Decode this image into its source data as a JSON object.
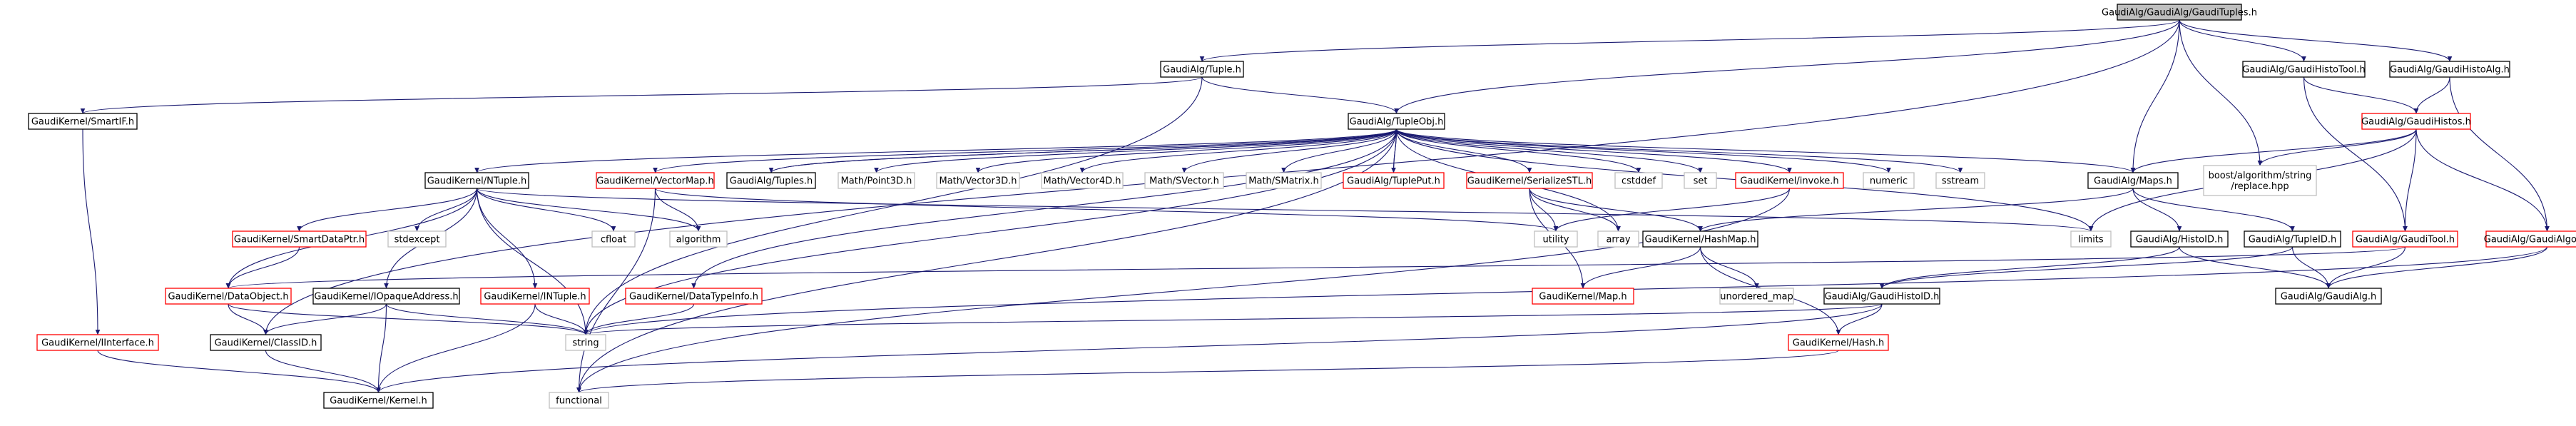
{
  "diagram": {
    "colors": {
      "edge": "#191970",
      "root_fill": "#bfbfbf",
      "root_border": "#000000",
      "documented_border": "#000000",
      "undocumented_border": "#ff0000",
      "external_border": "#bfbfbf",
      "external_text": "#000000"
    },
    "nodes": [
      {
        "id": "tuples_root",
        "label": "GaudiAlg/GaudiAlg/GaudiTuples.h",
        "kind": "root"
      },
      {
        "id": "tuple_h",
        "label": "GaudiAlg/Tuple.h",
        "kind": "documented"
      },
      {
        "id": "histotool_h",
        "label": "GaudiAlg/GaudiHistoTool.h",
        "kind": "documented"
      },
      {
        "id": "histoalg_h",
        "label": "GaudiAlg/GaudiHistoAlg.h",
        "kind": "documented"
      },
      {
        "id": "smartif_h",
        "label": "GaudiKernel/SmartIF.h",
        "kind": "documented"
      },
      {
        "id": "tupleobj_h",
        "label": "GaudiAlg/TupleObj.h",
        "kind": "documented"
      },
      {
        "id": "gaudihistos_h",
        "label": "GaudiAlg/GaudiHistos.h",
        "kind": "undocumented"
      },
      {
        "id": "ntuple_h",
        "label": "GaudiKernel/NTuple.h",
        "kind": "documented"
      },
      {
        "id": "vectormap_h",
        "label": "GaudiKernel/VectorMap.h",
        "kind": "undocumented"
      },
      {
        "id": "gaudituples_h",
        "label": "GaudiAlg/Tuples.h",
        "kind": "documented"
      },
      {
        "id": "point3d",
        "label": "Math/Point3D.h",
        "kind": "external"
      },
      {
        "id": "vector3d",
        "label": "Math/Vector3D.h",
        "kind": "external"
      },
      {
        "id": "vector4d",
        "label": "Math/Vector4D.h",
        "kind": "external"
      },
      {
        "id": "svector",
        "label": "Math/SVector.h",
        "kind": "external"
      },
      {
        "id": "smatrix",
        "label": "Math/SMatrix.h",
        "kind": "external"
      },
      {
        "id": "tupleput_h",
        "label": "GaudiAlg/TuplePut.h",
        "kind": "undocumented"
      },
      {
        "id": "serializestl_h",
        "label": "GaudiKernel/SerializeSTL.h",
        "kind": "undocumented"
      },
      {
        "id": "cstddef",
        "label": "cstddef",
        "kind": "external"
      },
      {
        "id": "set",
        "label": "set",
        "kind": "external"
      },
      {
        "id": "invoke_h",
        "label": "GaudiKernel/invoke.h",
        "kind": "undocumented"
      },
      {
        "id": "numeric",
        "label": "numeric",
        "kind": "external"
      },
      {
        "id": "sstream",
        "label": "sstream",
        "kind": "external"
      },
      {
        "id": "maps_h",
        "label": "GaudiAlg/Maps.h",
        "kind": "documented"
      },
      {
        "id": "boost_replace",
        "label": "boost/algorithm/string\n/replace.hpp",
        "kind": "external"
      },
      {
        "id": "interface_h",
        "label": "GaudiKernel/IInterface.h",
        "kind": "undocumented"
      },
      {
        "id": "smartdataptr_h",
        "label": "GaudiKernel/SmartDataPtr.h",
        "kind": "undocumented"
      },
      {
        "id": "stdexcept",
        "label": "stdexcept",
        "kind": "external"
      },
      {
        "id": "cfloat",
        "label": "cfloat",
        "kind": "external"
      },
      {
        "id": "algorithm",
        "label": "algorithm",
        "kind": "external"
      },
      {
        "id": "utility",
        "label": "utility",
        "kind": "external"
      },
      {
        "id": "array",
        "label": "array",
        "kind": "external"
      },
      {
        "id": "hashmap_h",
        "label": "GaudiKernel/HashMap.h",
        "kind": "documented"
      },
      {
        "id": "limits",
        "label": "limits",
        "kind": "external"
      },
      {
        "id": "histoid_h",
        "label": "GaudiAlg/HistoID.h",
        "kind": "documented"
      },
      {
        "id": "tupleid_h",
        "label": "GaudiAlg/TupleID.h",
        "kind": "documented"
      },
      {
        "id": "gauditool_h",
        "label": "GaudiAlg/GaudiTool.h",
        "kind": "undocumented"
      },
      {
        "id": "gaudialgorithm_h",
        "label": "GaudiAlg/GaudiAlgorithm.h",
        "kind": "undocumented"
      },
      {
        "id": "dataobject_h",
        "label": "GaudiKernel/DataObject.h",
        "kind": "undocumented"
      },
      {
        "id": "iopaqueaddress_h",
        "label": "GaudiKernel/IOpaqueAddress.h",
        "kind": "documented"
      },
      {
        "id": "intuple_h",
        "label": "GaudiKernel/INTuple.h",
        "kind": "undocumented"
      },
      {
        "id": "datatypeinfo_h",
        "label": "GaudiKernel/DataTypeInfo.h",
        "kind": "undocumented"
      },
      {
        "id": "map_h",
        "label": "GaudiKernel/Map.h",
        "kind": "undocumented"
      },
      {
        "id": "unordered_map",
        "label": "unordered_map",
        "kind": "external"
      },
      {
        "id": "gaudialg_h",
        "label": "GaudiAlg/GaudiAlg.h",
        "kind": "documented"
      },
      {
        "id": "gaudihistoid_h",
        "label": "GaudiAlg/GaudiHistoID.h",
        "kind": "documented"
      },
      {
        "id": "classid_h",
        "label": "GaudiKernel/ClassID.h",
        "kind": "documented"
      },
      {
        "id": "string",
        "label": "string",
        "kind": "external"
      },
      {
        "id": "hash_h",
        "label": "GaudiKernel/Hash.h",
        "kind": "undocumented"
      },
      {
        "id": "kernel_h",
        "label": "GaudiKernel/Kernel.h",
        "kind": "documented"
      },
      {
        "id": "functional",
        "label": "functional",
        "kind": "external"
      }
    ],
    "edges": [
      [
        "tuples_root",
        "tuple_h"
      ],
      [
        "tuples_root",
        "histotool_h"
      ],
      [
        "tuples_root",
        "histoalg_h"
      ],
      [
        "tuples_root",
        "maps_h"
      ],
      [
        "tuples_root",
        "tupleobj_h"
      ],
      [
        "tuples_root",
        "boost_replace"
      ],
      [
        "tuples_root",
        "classid_h"
      ],
      [
        "tuple_h",
        "smartif_h"
      ],
      [
        "tuple_h",
        "tupleobj_h"
      ],
      [
        "tuple_h",
        "string"
      ],
      [
        "histotool_h",
        "gaudihistos_h"
      ],
      [
        "histotool_h",
        "gauditool_h"
      ],
      [
        "histoalg_h",
        "gaudihistos_h"
      ],
      [
        "histoalg_h",
        "gaudialgorithm_h"
      ],
      [
        "smartif_h",
        "interface_h"
      ],
      [
        "tupleobj_h",
        "ntuple_h"
      ],
      [
        "tupleobj_h",
        "vectormap_h"
      ],
      [
        "tupleobj_h",
        "gaudituples_h"
      ],
      [
        "tupleobj_h",
        "point3d"
      ],
      [
        "tupleobj_h",
        "vector3d"
      ],
      [
        "tupleobj_h",
        "vector4d"
      ],
      [
        "tupleobj_h",
        "svector"
      ],
      [
        "tupleobj_h",
        "smatrix"
      ],
      [
        "tupleobj_h",
        "tupleput_h"
      ],
      [
        "tupleobj_h",
        "serializestl_h"
      ],
      [
        "tupleobj_h",
        "cstddef"
      ],
      [
        "tupleobj_h",
        "set"
      ],
      [
        "tupleobj_h",
        "invoke_h"
      ],
      [
        "tupleobj_h",
        "numeric"
      ],
      [
        "tupleobj_h",
        "sstream"
      ],
      [
        "tupleobj_h",
        "maps_h"
      ],
      [
        "tupleobj_h",
        "limits"
      ],
      [
        "tupleobj_h",
        "functional"
      ],
      [
        "tupleobj_h",
        "array"
      ],
      [
        "tupleobj_h",
        "datatypeinfo_h"
      ],
      [
        "tupleobj_h",
        "string"
      ],
      [
        "gaudituples_h",
        "tupleobj_h"
      ],
      [
        "tupleput_h",
        "tupleobj_h"
      ],
      [
        "gaudihistos_h",
        "maps_h"
      ],
      [
        "gaudihistos_h",
        "boost_replace"
      ],
      [
        "gaudihistos_h",
        "gauditool_h"
      ],
      [
        "gaudihistos_h",
        "gaudialgorithm_h"
      ],
      [
        "gaudihistos_h",
        "limits"
      ],
      [
        "interface_h",
        "kernel_h"
      ],
      [
        "ntuple_h",
        "smartdataptr_h"
      ],
      [
        "ntuple_h",
        "stdexcept"
      ],
      [
        "ntuple_h",
        "cfloat"
      ],
      [
        "ntuple_h",
        "algorithm"
      ],
      [
        "ntuple_h",
        "dataobject_h"
      ],
      [
        "ntuple_h",
        "iopaqueaddress_h"
      ],
      [
        "ntuple_h",
        "intuple_h"
      ],
      [
        "ntuple_h",
        "string"
      ],
      [
        "ntuple_h",
        "limits"
      ],
      [
        "vectormap_h",
        "algorithm"
      ],
      [
        "vectormap_h",
        "utility"
      ],
      [
        "vectormap_h",
        "functional"
      ],
      [
        "serializestl_h",
        "utility"
      ],
      [
        "serializestl_h",
        "array"
      ],
      [
        "serializestl_h",
        "hashmap_h"
      ],
      [
        "serializestl_h",
        "map_h"
      ],
      [
        "invoke_h",
        "utility"
      ],
      [
        "invoke_h",
        "functional"
      ],
      [
        "maps_h",
        "hashmap_h"
      ],
      [
        "maps_h",
        "histoid_h"
      ],
      [
        "maps_h",
        "tupleid_h"
      ],
      [
        "smartdataptr_h",
        "dataobject_h"
      ],
      [
        "hashmap_h",
        "map_h"
      ],
      [
        "hashmap_h",
        "unordered_map"
      ],
      [
        "hashmap_h",
        "hash_h"
      ],
      [
        "histoid_h",
        "gaudihistoid_h"
      ],
      [
        "tupleid_h",
        "gaudihistoid_h"
      ],
      [
        "tupleid_h",
        "gaudialg_h"
      ],
      [
        "histoid_h",
        "gaudialg_h"
      ],
      [
        "gauditool_h",
        "gaudialg_h"
      ],
      [
        "gauditool_h",
        "dataobject_h"
      ],
      [
        "gaudialgorithm_h",
        "gaudialg_h"
      ],
      [
        "gaudialgorithm_h",
        "string"
      ],
      [
        "dataobject_h",
        "classid_h"
      ],
      [
        "dataobject_h",
        "string"
      ],
      [
        "iopaqueaddress_h",
        "classid_h"
      ],
      [
        "iopaqueaddress_h",
        "kernel_h"
      ],
      [
        "iopaqueaddress_h",
        "string"
      ],
      [
        "intuple_h",
        "kernel_h"
      ],
      [
        "intuple_h",
        "string"
      ],
      [
        "datatypeinfo_h",
        "string"
      ],
      [
        "gaudihistoid_h",
        "string"
      ],
      [
        "gaudihistoid_h",
        "hash_h"
      ],
      [
        "gaudihistoid_h",
        "kernel_h"
      ],
      [
        "classid_h",
        "kernel_h"
      ],
      [
        "hash_h",
        "functional"
      ]
    ]
  }
}
